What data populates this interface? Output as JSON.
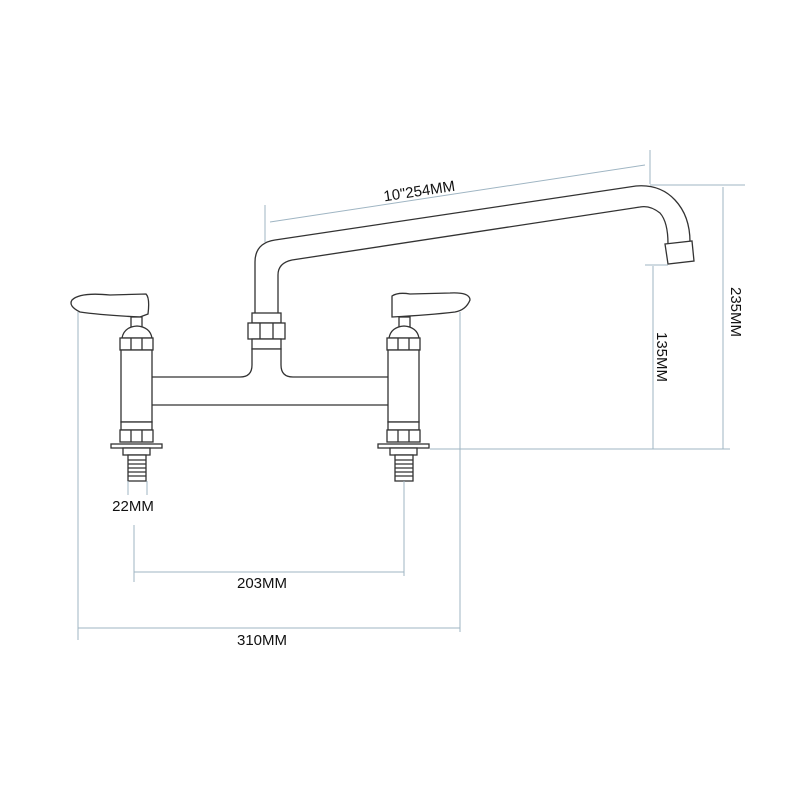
{
  "dimensions": {
    "spout_length": "10\"254MM",
    "total_height": "235MM",
    "spout_outlet_height": "135MM",
    "thread_diameter": "22MM",
    "center_distance": "203MM",
    "overall_width": "310MM"
  },
  "colors": {
    "outline": "#333333",
    "dimension_line": "#9fb5c3"
  }
}
